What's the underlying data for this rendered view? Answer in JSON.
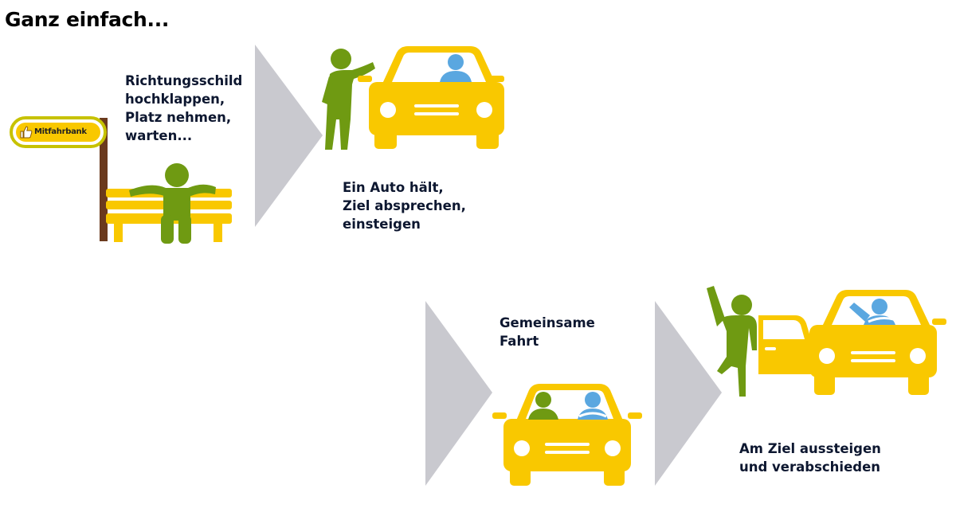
{
  "heading": "Ganz einfach...",
  "sign": {
    "label": "Mitfahrbank"
  },
  "steps": [
    {
      "caption": "Richtungsschild\nhochklappen,\nPlatz nehmen,\nwarten..."
    },
    {
      "caption": "Ein Auto hält,\nZiel absprechen,\neinsteigen"
    },
    {
      "caption": "Gemeinsame\nFahrt"
    },
    {
      "caption": "Am Ziel aussteigen\nund verabschieden"
    }
  ],
  "colors": {
    "car_yellow": "#f9c800",
    "person_green": "#6f9a12",
    "driver_blue": "#5aa7e0",
    "arrow_gray": "#c9c9cf",
    "post_brown": "#6b3a1e",
    "text_dark": "#0d1730"
  },
  "icons": [
    "bench-icon",
    "sign-post-icon",
    "person-icon",
    "car-icon",
    "driver-icon",
    "arrow-icon",
    "thumbs-up-icon"
  ]
}
